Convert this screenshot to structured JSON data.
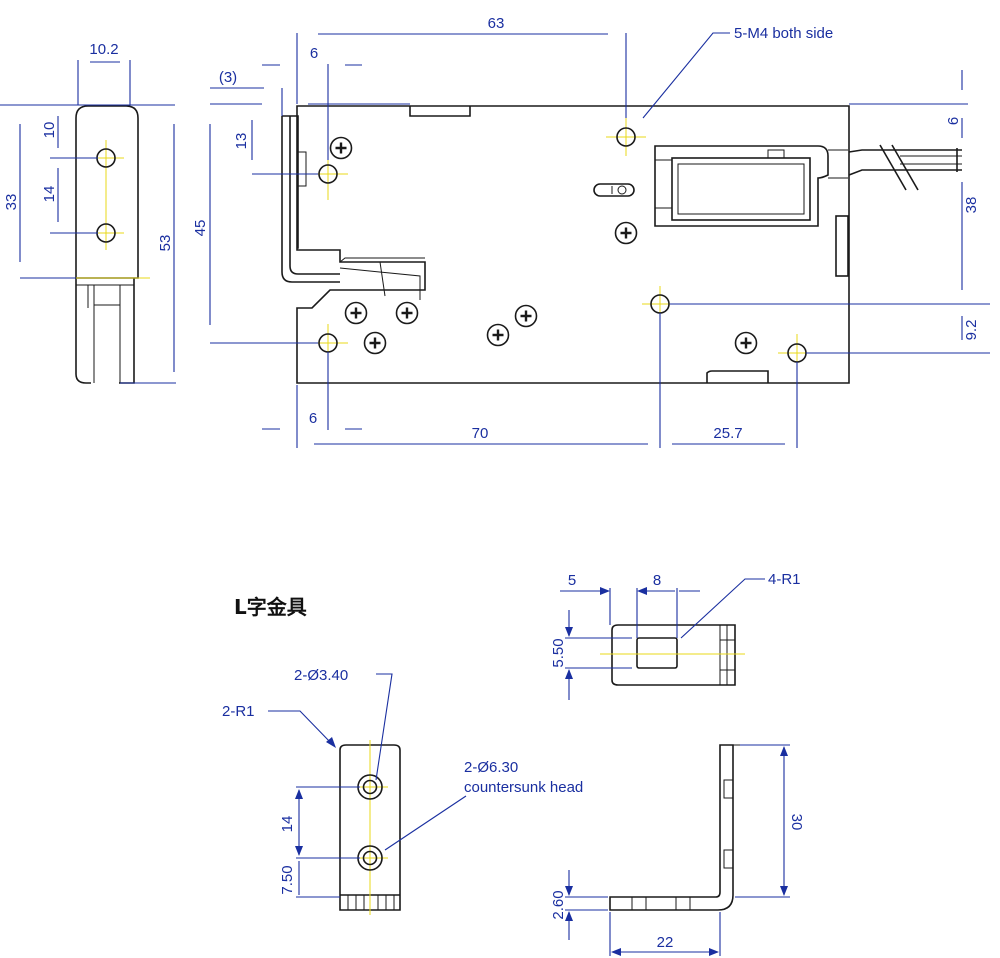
{
  "title": "L字金具",
  "colors": {
    "dimension": "#1a2fa0",
    "outline": "#1a1a1a",
    "centerline": "#e8d81a"
  },
  "icons": [
    "phillips-screw-icon"
  ],
  "top": {
    "side": {
      "d10_2": "10.2",
      "d10": "10",
      "d14": "14",
      "d33": "33",
      "d53": "53"
    },
    "front": {
      "d63": "63",
      "d6_top": "6",
      "d3": "(3)",
      "d13": "13",
      "d45": "45",
      "holes_note": "5-M4 both side",
      "d6_right": "6",
      "d38": "38",
      "d9_2": "9.2",
      "d6_bottom": "6",
      "d70": "70",
      "d25_7": "25.7"
    }
  },
  "bracket": {
    "top_view": {
      "d5": "5",
      "d8": "8",
      "note_r": "4-R1",
      "d5_50": "5.50"
    },
    "front_view": {
      "note_hole": "2-Ø3.40",
      "note_r": "2-R1",
      "note_cs_1": "2-Ø6.30",
      "note_cs_2": "countersunk head",
      "d14": "14",
      "d7_50": "7.50"
    },
    "side_view": {
      "d30": "30",
      "d2_60": "2.60",
      "d22": "22"
    }
  }
}
